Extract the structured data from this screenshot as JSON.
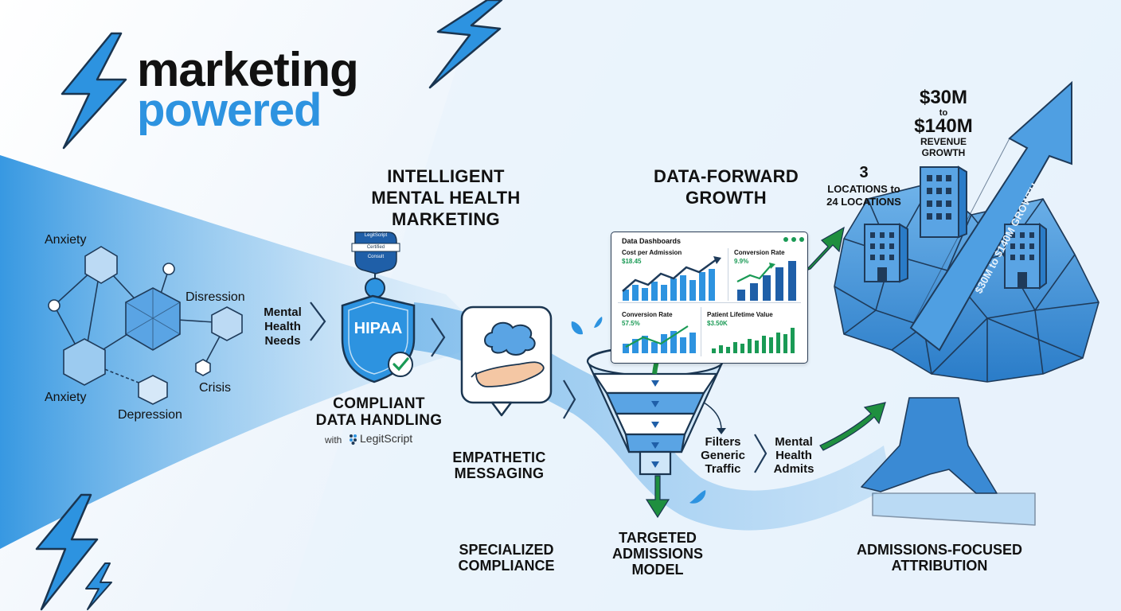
{
  "brand": {
    "line1": "marketing",
    "line2": "powered"
  },
  "headings": {
    "intelligent_line1": "INTELLIGENT",
    "intelligent_line2": "MENTAL HEALTH MARKETING",
    "data_forward_line1": "DATA-FORWARD",
    "data_forward_line2": "GROWTH"
  },
  "network": {
    "nodes": [
      "Anxiety",
      "Disression",
      "Anxiety",
      "Crisis",
      "Depression"
    ]
  },
  "flow_labels": {
    "mental_health_needs": [
      "Mental",
      "Health",
      "Needs"
    ],
    "filters": [
      "Filters",
      "Generic",
      "Traffic"
    ],
    "admits": [
      "Mental",
      "Health",
      "Admits"
    ]
  },
  "badge": {
    "line1": "LegitScript",
    "line2": "Certified",
    "line3": "Consult"
  },
  "shield": {
    "label": "HIPAA"
  },
  "compliant": {
    "line1": "COMPLIANT",
    "line2": "DATA HANDLING",
    "with_label": "with",
    "logo_text": "LegitScript"
  },
  "empathetic": {
    "line1": "EMPATHETIC",
    "line2": "MESSAGING"
  },
  "captions": {
    "specialized_line1": "SPECIALIZED",
    "specialized_line2": "COMPLIANCE",
    "targeted_line1": "TARGETED",
    "targeted_line2": "ADMISSIONS",
    "targeted_line3": "MODEL",
    "admissions_line1": "ADMISSIONS-FOCUSED",
    "admissions_line2": "ATTRIBUTION"
  },
  "dashboard": {
    "title": "Data Dashboards",
    "metrics": [
      {
        "label": "Cost per Admission",
        "value": "$18.45"
      },
      {
        "label": "Conversion Rate",
        "value": "9.9%"
      },
      {
        "label": "Conversion Rate",
        "value": "57.5%"
      },
      {
        "label": "Patient Lifetime Value",
        "value": "$3.50K"
      }
    ]
  },
  "growth": {
    "revenue_from": "$30M",
    "revenue_to_word": "to",
    "revenue_to": "$140M",
    "revenue_line1": "REVENUE",
    "revenue_line2": "GROWTH",
    "locations_count": "3",
    "locations_line1": "LOCATIONS to",
    "locations_line2": "24 LOCATIONS",
    "arrow_text": "$30M to $140M GROWTH"
  },
  "colors": {
    "primary_blue": "#2d93e0",
    "light_blue": "#cfe6f8",
    "dark_navy": "#1f3b5a",
    "accent_green": "#1a9a55",
    "funnel_green": "#1f8f3f"
  }
}
